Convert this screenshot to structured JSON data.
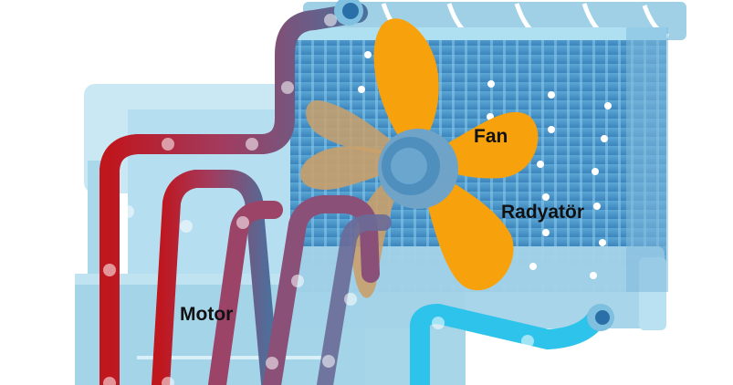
{
  "labels": {
    "fan": "Fan",
    "radiator": "Radyatör",
    "motor": "Motor"
  },
  "colors": {
    "hot_coolant": "#c0161e",
    "cool_coolant": "#2ec3ea",
    "fan_blade": "#f7a20c",
    "radiator_core": "#3f8fc4",
    "engine_body": "#a9d8ea"
  },
  "icons": {
    "fan": "fan-icon",
    "radiator": "radiator-icon",
    "engine": "engine-block-icon"
  }
}
